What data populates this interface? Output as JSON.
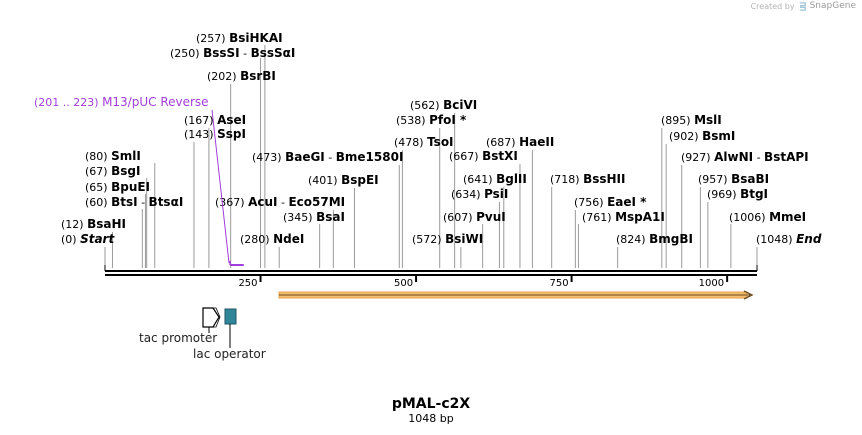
{
  "credit": {
    "text": "Created by",
    "brand": "SnapGene",
    "logo_icon": "snapgene-logo-icon"
  },
  "map": {
    "name": "pMAL-c2X",
    "length_text": "1048 bp",
    "length": 1048,
    "ruler_ticks": [
      {
        "pos": 250,
        "label": "250"
      },
      {
        "pos": 500,
        "label": "500"
      },
      {
        "pos": 750,
        "label": "750"
      },
      {
        "pos": 1000,
        "label": "1000"
      }
    ],
    "sites": [
      {
        "pos": 0,
        "num": "(0)",
        "name": "Start",
        "italic": true
      },
      {
        "pos": 12,
        "num": "(12)",
        "name": "BsaHI"
      },
      {
        "pos": 60,
        "num": "(60)",
        "name": "BtsI",
        "sep": "-",
        "name2": "BtsαI"
      },
      {
        "pos": 65,
        "num": "(65)",
        "name": "BpuEI"
      },
      {
        "pos": 67,
        "num": "(67)",
        "name": "BsgI"
      },
      {
        "pos": 80,
        "num": "(80)",
        "name": "SmlI"
      },
      {
        "pos": 143,
        "num": "(143)",
        "name": "SspI"
      },
      {
        "pos": 167,
        "num": "(167)",
        "name": "AseI"
      },
      {
        "pos": 202,
        "num": "(202)",
        "name": "BsrBI"
      },
      {
        "pos": 250,
        "num": "(250)",
        "name": "BssSI",
        "sep": "-",
        "name2": "BssSαI"
      },
      {
        "pos": 257,
        "num": "(257)",
        "name": "BsiHKAI"
      },
      {
        "pos": 280,
        "num": "(280)",
        "name": "NdeI"
      },
      {
        "pos": 345,
        "num": "(345)",
        "name": "BsaI"
      },
      {
        "pos": 367,
        "num": "(367)",
        "name": "AcuI",
        "sep": "-",
        "name2": "Eco57MI"
      },
      {
        "pos": 401,
        "num": "(401)",
        "name": "BspEI"
      },
      {
        "pos": 473,
        "num": "(473)",
        "name": "BaeGI",
        "sep": "-",
        "name2": "Bme1580I"
      },
      {
        "pos": 478,
        "num": "(478)",
        "name": "TsoI"
      },
      {
        "pos": 538,
        "num": "(538)",
        "name": "PfoI *"
      },
      {
        "pos": 562,
        "num": "(562)",
        "name": "BciVI"
      },
      {
        "pos": 572,
        "num": "(572)",
        "name": "BsiWI"
      },
      {
        "pos": 607,
        "num": "(607)",
        "name": "PvuI"
      },
      {
        "pos": 634,
        "num": "(634)",
        "name": "PsiI"
      },
      {
        "pos": 641,
        "num": "(641)",
        "name": "BglII"
      },
      {
        "pos": 667,
        "num": "(667)",
        "name": "BstXI"
      },
      {
        "pos": 687,
        "num": "(687)",
        "name": "HaeII"
      },
      {
        "pos": 718,
        "num": "(718)",
        "name": "BssHII"
      },
      {
        "pos": 756,
        "num": "(756)",
        "name": "EaeI *"
      },
      {
        "pos": 761,
        "num": "(761)",
        "name": "MspA1I"
      },
      {
        "pos": 824,
        "num": "(824)",
        "name": "BmgBI"
      },
      {
        "pos": 895,
        "num": "(895)",
        "name": "MslI"
      },
      {
        "pos": 902,
        "num": "(902)",
        "name": "BsmI"
      },
      {
        "pos": 927,
        "num": "(927)",
        "name": "AlwNI",
        "sep": "-",
        "name2": "BstAPI"
      },
      {
        "pos": 957,
        "num": "(957)",
        "name": "BsaBI"
      },
      {
        "pos": 969,
        "num": "(969)",
        "name": "BtgI"
      },
      {
        "pos": 1006,
        "num": "(1006)",
        "name": "MmeI"
      },
      {
        "pos": 1048,
        "num": "(1048)",
        "name": "End",
        "italic": true
      }
    ],
    "primer": {
      "range": "(201 .. 223)",
      "name": "M13/pUC Reverse",
      "color": "#a23ddb"
    },
    "orf": {
      "fill": "#f3bf73",
      "edge": "#e9a04a"
    },
    "features": [
      {
        "name": "tac promoter",
        "icon": "promoter-arrow-icon"
      },
      {
        "name": "lac operator",
        "icon": "operator-box-icon",
        "color": "#2f8699"
      }
    ]
  }
}
